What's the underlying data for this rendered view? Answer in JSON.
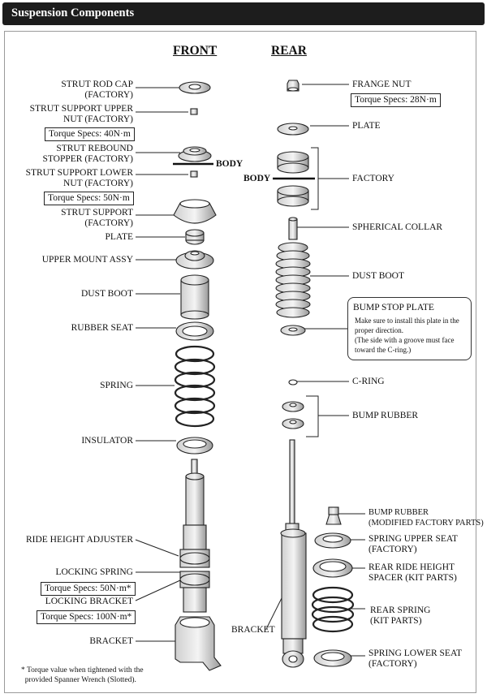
{
  "header": {
    "title": "Suspension Components"
  },
  "columns": {
    "front": "FRONT",
    "rear": "REAR"
  },
  "front": {
    "strut_rod_cap": "STRUT ROD CAP\n(FACTORY)",
    "strut_support_upper_nut": "STRUT SUPPORT UPPER\nNUT (FACTORY)",
    "torque_40": "Torque Specs: 40N·m",
    "strut_rebound_stopper": "STRUT REBOUND\nSTOPPER (FACTORY)",
    "body_label": "BODY",
    "strut_support_lower_nut": "STRUT SUPPORT LOWER\nNUT (FACTORY)",
    "torque_50": "Torque Specs: 50N·m",
    "strut_support": "STRUT SUPPORT\n(FACTORY)",
    "plate": "PLATE",
    "upper_mount_assy": "UPPER MOUNT ASSY",
    "dust_boot": "DUST BOOT",
    "rubber_seat": "RUBBER SEAT",
    "spring": "SPRING",
    "insulator": "INSULATOR",
    "ride_height_adjuster": "RIDE HEIGHT ADJUSTER",
    "locking_spring": "LOCKING SPRING",
    "torque_50_star": "Torque Specs: 50N·m*",
    "locking_bracket": "LOCKING BRACKET",
    "torque_100_star": "Torque Specs: 100N·m*",
    "bracket": "BRACKET"
  },
  "rear": {
    "frange_nut": "FRANGE NUT",
    "torque_28": "Torque Specs: 28N·m",
    "plate": "PLATE",
    "body_label": "BODY",
    "factory": "FACTORY",
    "spherical_collar": "SPHERICAL COLLAR",
    "dust_boot": "DUST BOOT",
    "bump_stop_plate_title": "BUMP STOP PLATE",
    "bump_stop_plate_note": "Make sure to install this plate in the proper direction.\n(The side with a groove must face toward the C-ring.)",
    "c_ring": "C-RING",
    "bump_rubber": "BUMP RUBBER",
    "bump_rubber_modified": "BUMP RUBBER\n(MODIFIED FACTORY PARTS)",
    "spring_upper_seat": "SPRING UPPER SEAT\n(FACTORY)",
    "rear_ride_height_spacer": "REAR RIDE HEIGHT\nSPACER (KIT PARTS)",
    "rear_spring": "REAR SPRING\n(KIT PARTS)",
    "spring_lower_seat": "SPRING LOWER SEAT\n(FACTORY)",
    "bracket": "BRACKET"
  },
  "footnote": "* Torque value when tightened with the\n  provided Spanner Wrench (Slotted)."
}
